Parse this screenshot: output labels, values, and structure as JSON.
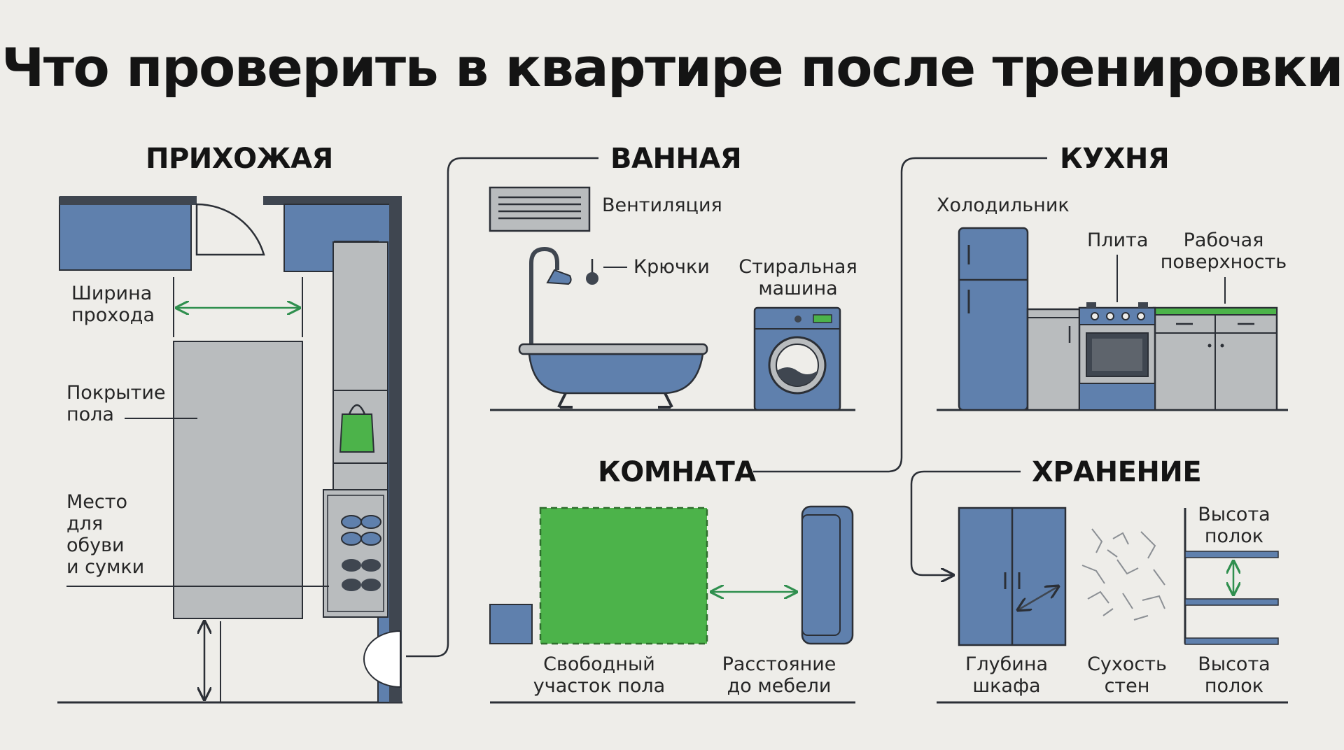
{
  "title": "Что проверить в квартире после тренировки",
  "sections": {
    "hallway": {
      "title": "ПРИХОЖАЯ",
      "width": "Ширина\nпрохода",
      "floor": "Покрытие\nпола",
      "shoes": "Место\nдля\nобуви\nи сумки"
    },
    "bathroom": {
      "title": "ВАННАЯ",
      "vent": "Вентиляция",
      "hooks": "Крючки",
      "washer": "Стиральная\nмашина"
    },
    "kitchen": {
      "title": "КУХНЯ",
      "fridge": "Холодильник",
      "stove": "Плита",
      "counter": "Рабочая\nповерхность"
    },
    "room": {
      "title": "КОМНАТА",
      "free": "Свободный\nучасток пола",
      "distance": "Расстояние\nдо мебели"
    },
    "storage": {
      "title": "ХРАНЕНИЕ",
      "shelf_top": "Высота\nполок",
      "depth": "Глубина\nшкафа",
      "dry": "Сухость\nстен",
      "shelf_bottom": "Высота\nполок"
    }
  },
  "colors": {
    "blue": "#5f80ad",
    "gray": "#b9bcbe",
    "green": "#4cb34a",
    "line": "#2b2f36",
    "accent": "#2f8f4e",
    "bg": "#eeede9"
  }
}
